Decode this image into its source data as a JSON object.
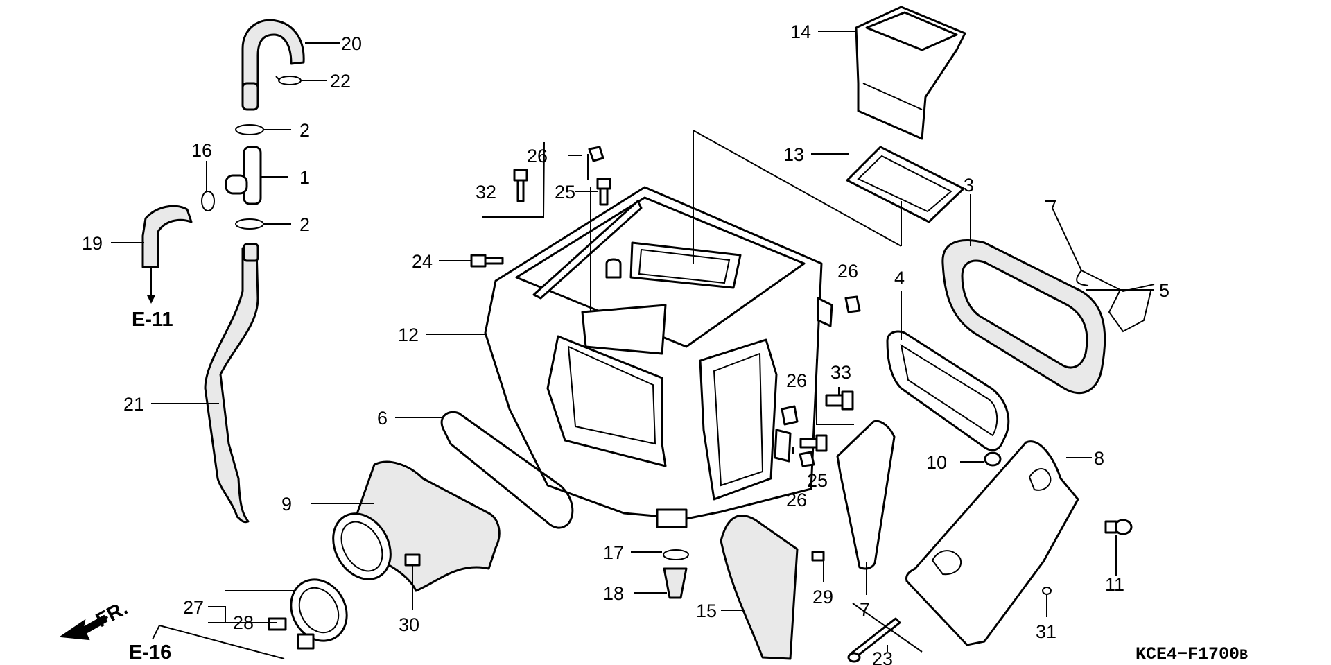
{
  "diagram": {
    "drawing_code": "KCE4−F1700",
    "drawing_code_suffix": "B",
    "direction_label": "FR.",
    "refs": {
      "e11": "E-11",
      "e16": "E-16"
    },
    "callouts": {
      "c1": "1",
      "c2a": "2",
      "c2b": "2",
      "c3": "3",
      "c4": "4",
      "c5": "5",
      "c6": "6",
      "c7": "7",
      "c8": "8",
      "c9": "9",
      "c10": "10",
      "c11": "11",
      "c12": "12",
      "c13": "13",
      "c14": "14",
      "c15": "15",
      "c16": "16",
      "c17": "17",
      "c18": "18",
      "c19": "19",
      "c20": "20",
      "c21": "21",
      "c22": "22",
      "c23": "23",
      "c24": "24",
      "c25a": "25",
      "c25b": "25",
      "c26a": "26",
      "c26b": "26",
      "c26c": "26",
      "c26d": "26",
      "c27": "27",
      "c28": "28",
      "c29": "29",
      "c30": "30",
      "c31": "31",
      "c32": "32",
      "c33": "33"
    }
  }
}
